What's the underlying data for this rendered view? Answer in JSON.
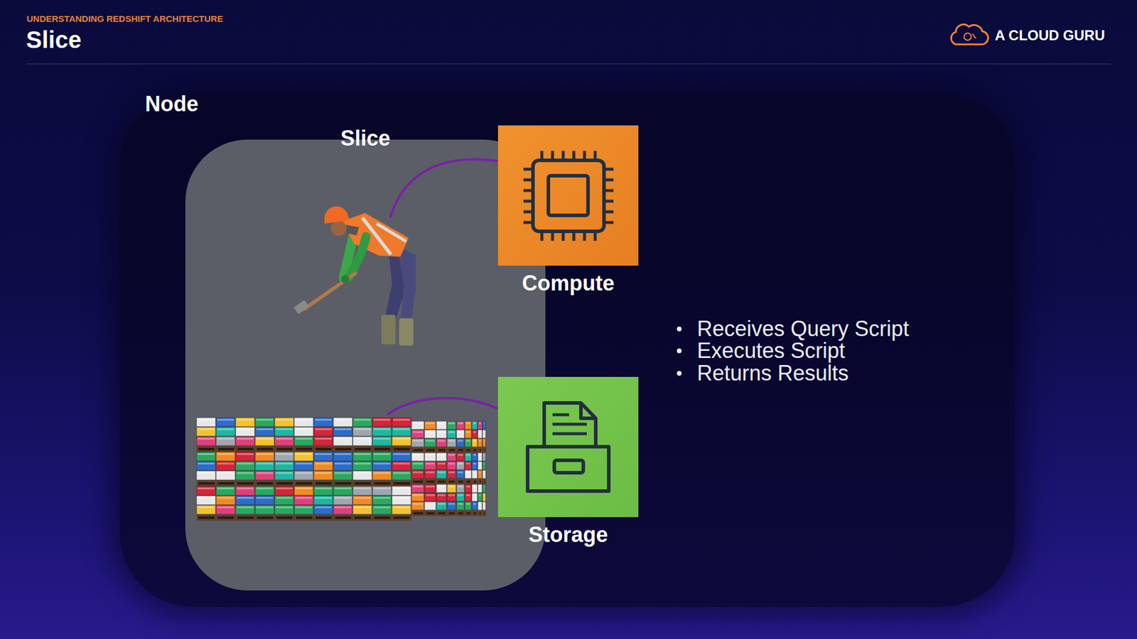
{
  "diagram": {
    "title": "Slice",
    "nodes": [
      {
        "text": [
          "Node"
        ]
      },
      {
        "text": [
          "Slice"
        ],
        "in": 0
      },
      {
        "text": [
          "Compute"
        ],
        "in": 0
      },
      {
        "text": [
          "Storage"
        ],
        "in": 0
      }
    ],
    "labels": [
      "UNDERSTANDING REDSHIFT ARCHITECTURE",
      "A CLOUD GURU",
      "Receives Query Script",
      "Executes Script",
      "Returns Results"
    ]
  }
}
